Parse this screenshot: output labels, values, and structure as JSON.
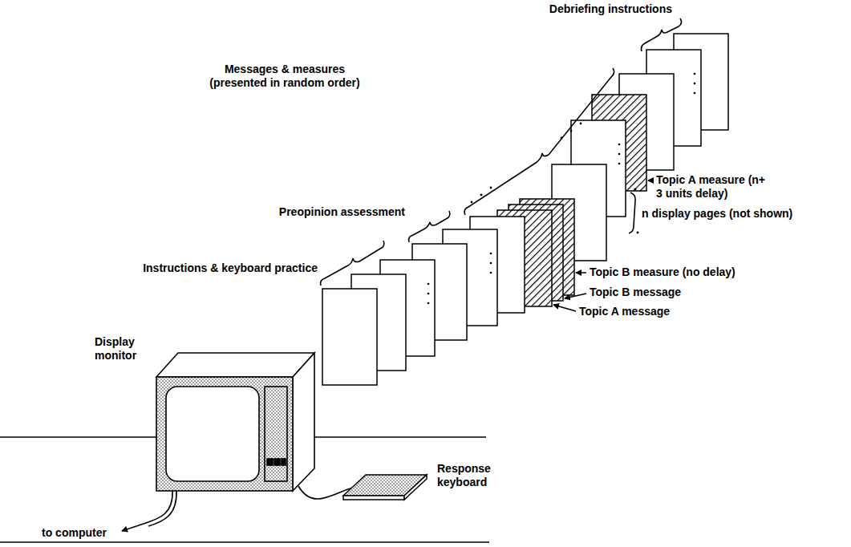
{
  "diagram": {
    "labels": [
      "Debriefing instructions",
      "Messages & measures (presented in random order)",
      "Topic A measure (n+ 3 units delay)",
      "n display pages (not shown)",
      "Topic B measure (no delay)",
      "Topic B message",
      "Topic A message",
      "Preopinion assessment",
      "Instructions & keyboard practice",
      "Display monitor",
      "to computer",
      "Response keyboard"
    ]
  }
}
